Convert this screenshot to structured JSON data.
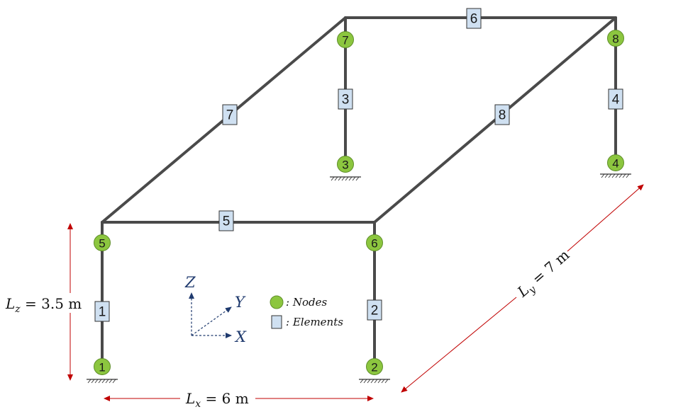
{
  "colors": {
    "member": "#4a4a4a",
    "node_fill": "#8cc63f",
    "element_fill": "#cfe0f1",
    "dimension": "#c00000",
    "axis": "#1f3a6e"
  },
  "nodes": [
    "1",
    "2",
    "3",
    "4",
    "5",
    "6",
    "7",
    "8"
  ],
  "elements": [
    "1",
    "2",
    "3",
    "4",
    "5",
    "6",
    "7",
    "8"
  ],
  "dimensions": {
    "lz": {
      "symbol": "L",
      "sub": "z",
      "rest": " = 3.5 m"
    },
    "lx": {
      "symbol": "L",
      "sub": "x",
      "rest": " = 6 m"
    },
    "ly": {
      "symbol": "L",
      "sub": "y",
      "rest": " = 7 m"
    }
  },
  "axes": {
    "z": "Z",
    "y": "Y",
    "x": "X"
  },
  "legend": {
    "nodes_label": ": Nodes",
    "elements_label": ": Elements"
  }
}
